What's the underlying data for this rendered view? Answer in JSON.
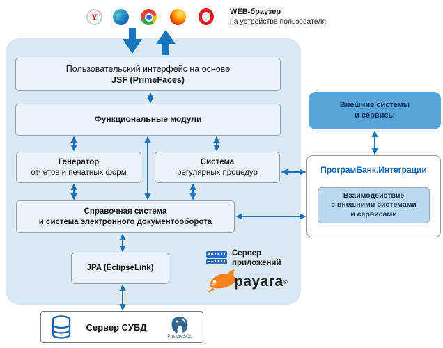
{
  "colors": {
    "accent": "#1a71b8",
    "big_arrow": "#1b75bc",
    "container_bg": "#d8e9f5",
    "box_bg": "#eaf2fa",
    "box_border": "#9aa0a6",
    "external_bg": "#57a5d9",
    "external_text": "#0d3356",
    "integration_title": "#1266ad",
    "inner_bg": "#bad8ee",
    "inner_border": "#93a9bd",
    "payara_orange": "#f58220",
    "postgres_blue": "#336791",
    "text_dark": "#1a1a1a"
  },
  "header": {
    "browsers": [
      "yandex-browser-icon",
      "edge-icon",
      "chrome-icon",
      "firefox-icon",
      "opera-icon"
    ],
    "yandex_letter": "Y",
    "title": "WEB-браузер",
    "subtitle": "на устройстве пользователя"
  },
  "app": {
    "ui_box": {
      "line1": "Пользовательский интерфейс на основе",
      "line2": "JSF (PrimeFaces)"
    },
    "modules_box": {
      "label": "Функциональные модули"
    },
    "generator_box": {
      "line1": "Генератор",
      "line2": "отчетов и печатных форм"
    },
    "procedures_box": {
      "line1": "Система",
      "line2": "регулярных процедур"
    },
    "reference_box": {
      "line1": "Справочная система",
      "line2": "и система электронного документооборота"
    },
    "jpa_box": {
      "label": "JPA (EclipseLink)"
    },
    "app_server_label": {
      "line1": "Сервер",
      "line2": "приложений"
    },
    "payara_logo": {
      "text": "payara",
      "reg": "®"
    }
  },
  "right_panel": {
    "external_box": {
      "line1": "Внешние системы",
      "line2": "и сервисы"
    },
    "integration_box": {
      "title": "ПрограмБанк.Интеграции",
      "inner_box": {
        "line1": "Взаимодействие",
        "line2": "с внешними системами",
        "line3": "и сервисами"
      }
    }
  },
  "database": {
    "label": "Сервер СУБД",
    "postgres_text": "PostgreSQL"
  }
}
